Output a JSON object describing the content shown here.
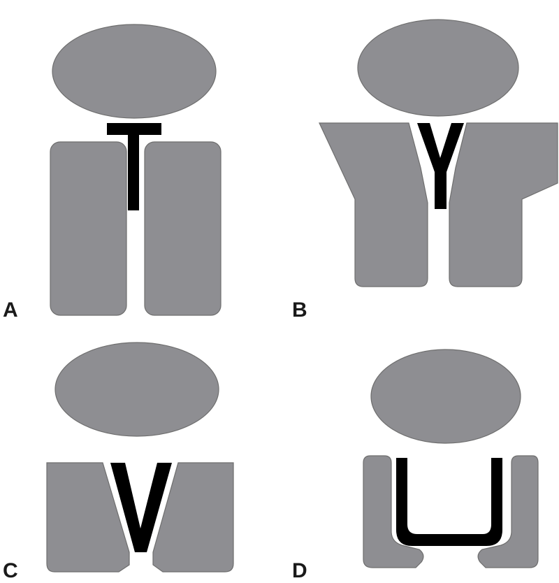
{
  "colors": {
    "background": "#ffffff",
    "tissue_fill": "#8e8e92",
    "tissue_stroke": "#6e6e6e",
    "implant": "#000000",
    "label": "#1a1a1a"
  },
  "panels": [
    {
      "label": "A",
      "implant_shape": "T"
    },
    {
      "label": "B",
      "implant_shape": "Y"
    },
    {
      "label": "C",
      "implant_shape": "V"
    },
    {
      "label": "D",
      "implant_shape": "U"
    }
  ]
}
